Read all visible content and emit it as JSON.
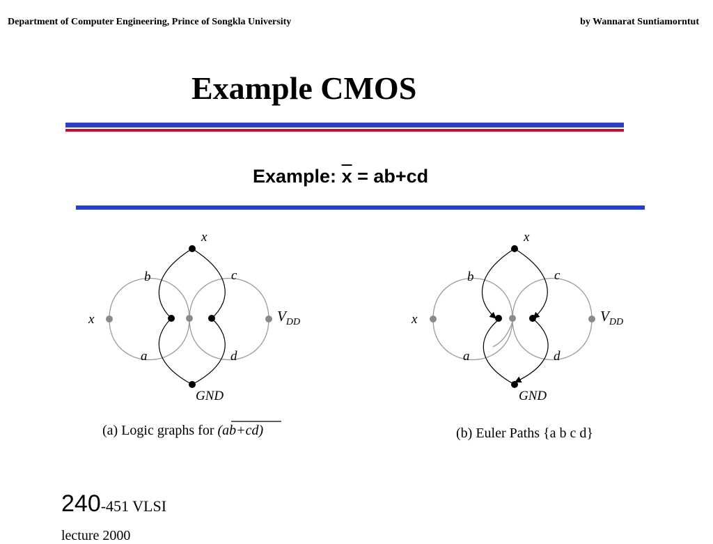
{
  "header": {
    "left": "Department of Computer Engineering, Prince of Songkla University",
    "right": "by Wannarat Suntiamorntut"
  },
  "slide": {
    "title": "Example CMOS",
    "subtitle_prefix": "Example: ",
    "subtitle_var": "x",
    "subtitle_suffix": " = ab+cd",
    "bar_colors": {
      "blue": "#2f3fc0",
      "red": "#c8102e",
      "accent_blue": "#1f3fd6"
    }
  },
  "figure_a": {
    "labels": {
      "top": "x",
      "b": "b",
      "c": "c",
      "left": "x",
      "vdd": "V",
      "vdd_sub": "DD",
      "a": "a",
      "d": "d",
      "gnd": "GND"
    },
    "caption_prefix": "(a) Logic graphs for ",
    "caption_expr": "(ab+cd)"
  },
  "figure_b": {
    "labels": {
      "top": "x",
      "b": "b",
      "c": "c",
      "left": "x",
      "vdd": "V",
      "vdd_sub": "DD",
      "a": "a",
      "d": "d",
      "gnd": "GND"
    },
    "caption": "(b) Euler Paths {a b c d}"
  },
  "footer": {
    "course_num": "240",
    "course_rest": "-451  VLSI",
    "line2": "lecture 2000"
  }
}
